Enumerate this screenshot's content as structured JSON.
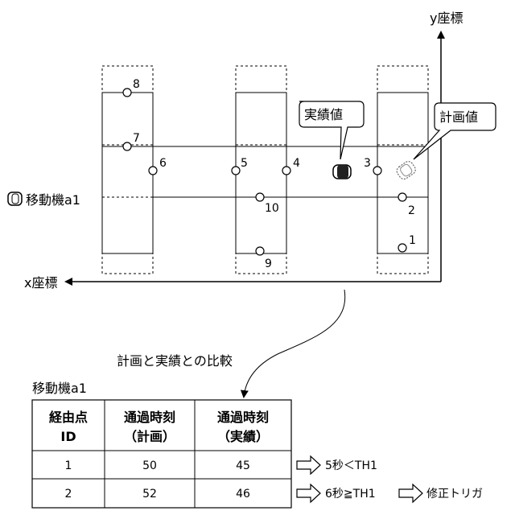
{
  "axes": {
    "x_label": "x座標",
    "y_label": "y座標"
  },
  "legend": {
    "label": "移動機a1"
  },
  "callouts": {
    "actual": "実績値",
    "planned": "計画値"
  },
  "waypoints": [
    "1",
    "2",
    "3",
    "4",
    "5",
    "6",
    "7",
    "8",
    "9",
    "10"
  ],
  "comparison_label": "計画と実績との比較",
  "table": {
    "title": "移動機a1",
    "header_col1": [
      "経由点",
      "ID"
    ],
    "header_col2": [
      "通過時刻",
      "（計画）"
    ],
    "header_col3": [
      "通過時刻",
      "（実績）"
    ],
    "rows": [
      {
        "id": "1",
        "planned": "50",
        "actual": "45",
        "result": "5秒＜TH1",
        "trigger": ""
      },
      {
        "id": "2",
        "planned": "52",
        "actual": "46",
        "result": "6秒≧TH1",
        "trigger": "修正トリガ"
      }
    ]
  }
}
